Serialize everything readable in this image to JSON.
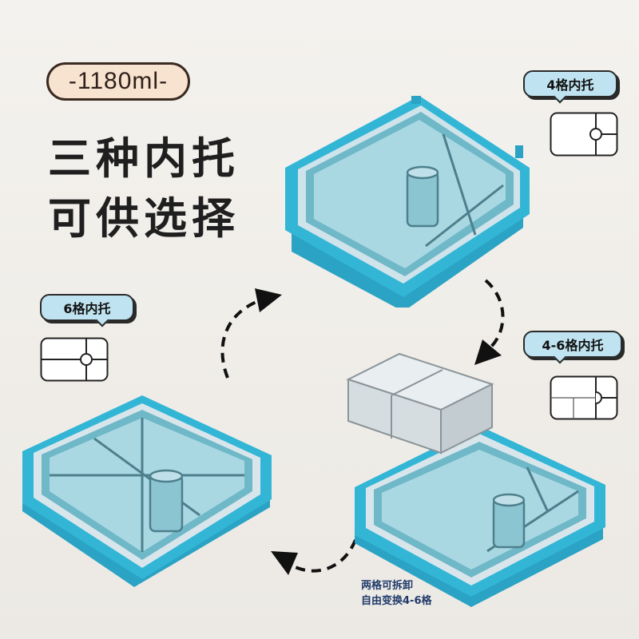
{
  "capacity_badge": "-1180ml-",
  "headline": {
    "line1": "三种内托",
    "line2": "可供选择"
  },
  "bubbles": {
    "four_grid": "4格内托",
    "six_grid": "6格内托",
    "four_six_grid": "4-6格内托"
  },
  "note": {
    "line1": "两格可拆卸",
    "line2": "自由变换4-6格"
  },
  "colors": {
    "base_blue": "#33b6d6",
    "tray_teal": "#6fb8c8",
    "lid_clear": "#d8e6ec",
    "bubble_fill": "#bfe3f0",
    "headline": "#1f1f1f"
  },
  "icons": [
    "four-grid-layout-icon",
    "six-grid-layout-icon",
    "four-six-grid-layout-icon",
    "curved-dashed-arrow-icon"
  ]
}
